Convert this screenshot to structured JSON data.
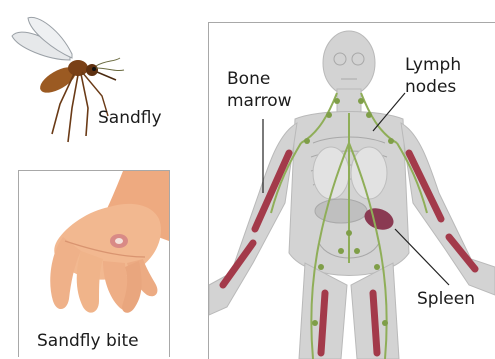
{
  "sandfly": {
    "label": "Sandfly",
    "icon": "sandfly-icon"
  },
  "bite_panel": {
    "caption": "Sandfly bite",
    "icon": "hand-bite-icon"
  },
  "anatomy_panel": {
    "icon": "human-anatomy-icon",
    "labels": {
      "bone_marrow_line1": "Bone",
      "bone_marrow_line2": "marrow",
      "lymph_nodes_line1": "Lymph",
      "lymph_nodes_line2": "nodes",
      "spleen": "Spleen"
    }
  },
  "colors": {
    "frame": "#a8a8a8",
    "body_gray": "#cfcfcf",
    "bone_marrow": "#a33a4a",
    "lymph": "#8fae58",
    "spleen": "#8a3a52",
    "skin": "#f0b48a"
  }
}
